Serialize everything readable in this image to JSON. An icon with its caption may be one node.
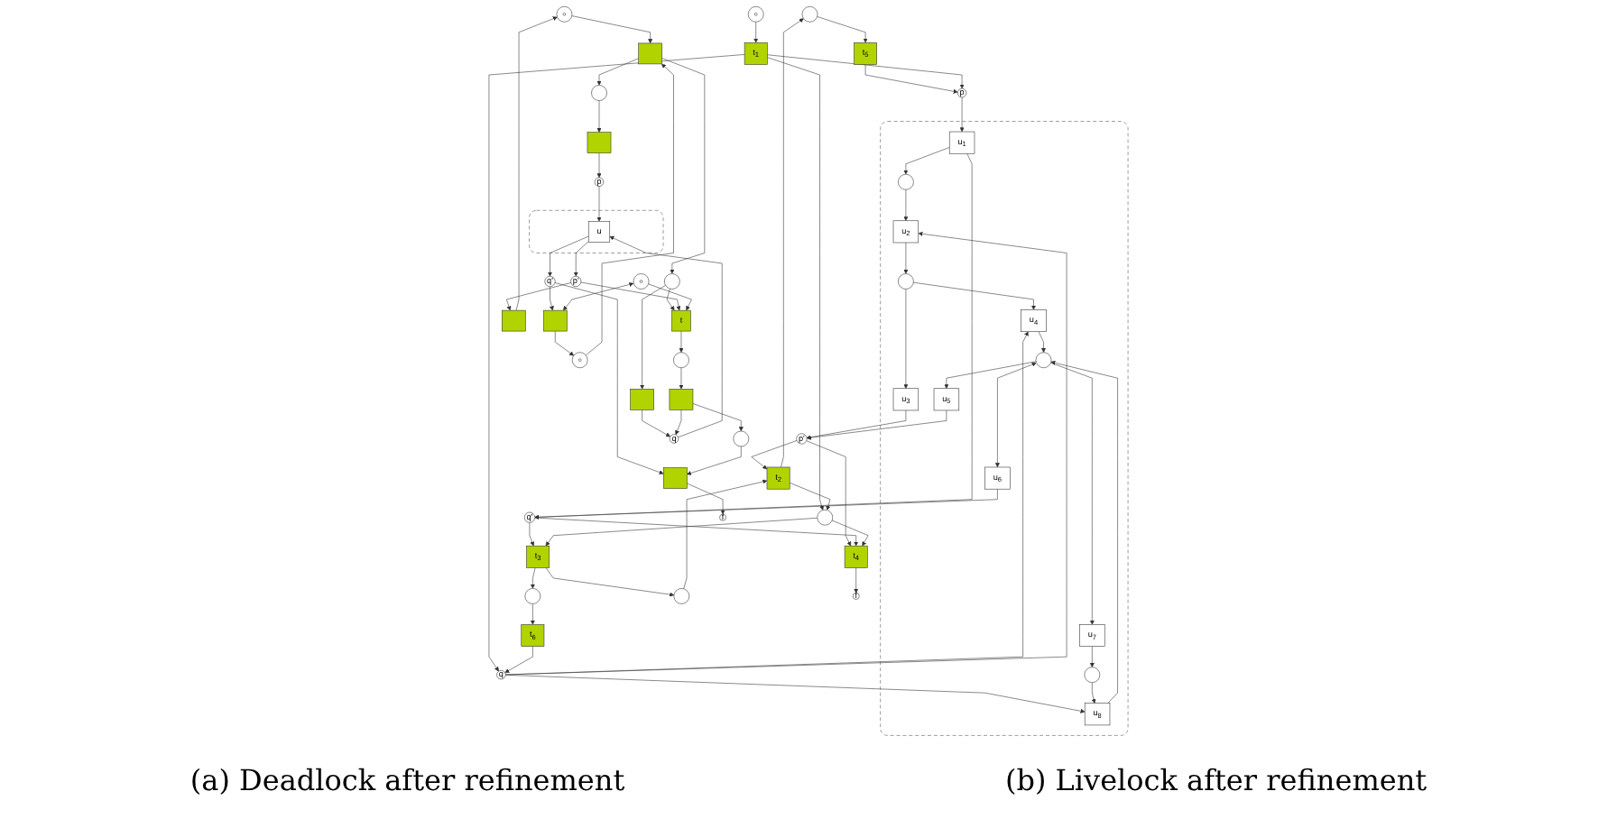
{
  "diagram": {
    "nodes": [
      {
        "text": [],
        "shape": "circle"
      },
      {
        "text": [
          "t$_{5}$"
        ]
      },
      {
        "text": [
          "t$_{1}$"
        ]
      },
      {
        "text": [],
        "shape": "marked-circle"
      },
      {
        "text": [
          "t$_{6}$"
        ]
      },
      {
        "text": [],
        "shape": "circle"
      },
      {
        "text": [
          "p"
        ]
      },
      {
        "text": [
          "q"
        ]
      },
      {
        "text": [],
        "shape": "box"
      },
      {
        "text": [
          "u$_{8}$"
        ],
        "in": 8
      },
      {
        "text": [],
        "shape": "circle",
        "in": 8
      },
      {
        "text": [
          "u$_{4}$"
        ],
        "in": 8
      },
      {
        "text": [],
        "shape": "circle",
        "in": 8
      },
      {
        "text": [
          "u$_{7}$"
        ],
        "in": 8
      },
      {
        "text": [
          "u$_{1}$"
        ],
        "in": 8
      },
      {
        "text": [],
        "shape": "circle",
        "in": 8
      },
      {
        "text": [
          "u$_{2}$"
        ],
        "in": 8
      },
      {
        "text": [],
        "shape": "circle",
        "in": 8
      },
      {
        "text": [
          "u$_{3}$"
        ],
        "in": 8
      },
      {
        "text": [
          "u$_{5}$"
        ],
        "in": 8
      },
      {
        "text": [
          "u$_{6}$"
        ],
        "in": 8
      },
      {
        "text": [
          "p'"
        ]
      },
      {
        "text": [
          "q'"
        ]
      },
      {
        "text": [
          "t$_{2}$"
        ]
      },
      {
        "text": [],
        "shape": "circle"
      },
      {
        "text": [
          "t$_{3}$"
        ]
      },
      {
        "text": [],
        "shape": "circle"
      },
      {
        "text": [
          "t$_{4}$"
        ]
      },
      {
        "text": [
          "f"
        ]
      },
      {
        "text": [],
        "shape": "marked-circle"
      },
      {
        "text": [],
        "shape": "box"
      },
      {
        "text": [],
        "shape": "marked-circle"
      },
      {
        "text": [],
        "shape": "circle"
      },
      {
        "text": [],
        "shape": "circle"
      },
      {
        "text": [],
        "shape": "box"
      },
      {
        "text": [],
        "shape": "box"
      },
      {
        "text": [
          "p"
        ]
      },
      {
        "text": [
          "q"
        ]
      },
      {
        "text": [],
        "shape": "box"
      },
      {
        "text": [
          "u"
        ],
        "in": 38
      },
      {
        "text": [
          "p'"
        ]
      },
      {
        "text": [
          "q'"
        ]
      },
      {
        "text": [],
        "shape": "box"
      },
      {
        "text": [
          "t"
        ]
      },
      {
        "text": [],
        "shape": "circle"
      },
      {
        "text": [],
        "shape": "box"
      },
      {
        "text": [],
        "shape": "marked-circle"
      },
      {
        "text": [],
        "shape": "box"
      },
      {
        "text": [],
        "shape": "circle"
      },
      {
        "text": [],
        "shape": "box"
      },
      {
        "text": [
          "f"
        ]
      }
    ],
    "edges": [
      {
        "from": 0,
        "to": 1,
        "arrow": "to"
      },
      {
        "from": 1,
        "to": 6,
        "arrow": "to"
      },
      {
        "from": 3,
        "to": 2,
        "arrow": "to"
      },
      {
        "from": 2,
        "to": 6,
        "arrow": "to"
      },
      {
        "from": 2,
        "to": 7,
        "arrow": "to"
      },
      {
        "from": 2,
        "to": 26,
        "arrow": "to"
      },
      {
        "from": 5,
        "to": 4,
        "arrow": "to"
      },
      {
        "from": 4,
        "to": 7,
        "arrow": "to"
      },
      {
        "from": 6,
        "to": 14,
        "arrow": "to"
      },
      {
        "from": 7,
        "to": 9,
        "arrow": "to"
      },
      {
        "from": 7,
        "to": 11,
        "arrow": "to"
      },
      {
        "from": 7,
        "to": 16,
        "arrow": "to"
      },
      {
        "from": 10,
        "to": 9,
        "arrow": "to"
      },
      {
        "from": 9,
        "to": 12,
        "arrow": "to"
      },
      {
        "from": 11,
        "to": 12,
        "arrow": "to"
      },
      {
        "from": 12,
        "to": 13,
        "arrow": "to"
      },
      {
        "from": 13,
        "to": 10,
        "arrow": "to"
      },
      {
        "from": 12,
        "to": 19,
        "arrow": "to"
      },
      {
        "from": 12,
        "to": 20,
        "arrow": "both"
      },
      {
        "from": 14,
        "to": 15,
        "arrow": "to"
      },
      {
        "from": 15,
        "to": 16,
        "arrow": "to"
      },
      {
        "from": 16,
        "to": 17,
        "arrow": "to"
      },
      {
        "from": 17,
        "to": 11,
        "arrow": "to"
      },
      {
        "from": 17,
        "to": 18,
        "arrow": "to"
      },
      {
        "from": 14,
        "to": 22,
        "arrow": "to"
      },
      {
        "from": 18,
        "to": 21,
        "arrow": "to"
      },
      {
        "from": 19,
        "to": 21,
        "arrow": "to"
      },
      {
        "from": 20,
        "to": 22,
        "arrow": "to"
      },
      {
        "from": 21,
        "to": 23,
        "arrow": "to"
      },
      {
        "from": 21,
        "to": 27,
        "arrow": "to"
      },
      {
        "from": 22,
        "to": 27,
        "arrow": "to"
      },
      {
        "from": 22,
        "to": 25,
        "arrow": "to"
      },
      {
        "from": 25,
        "to": 24,
        "arrow": "to"
      },
      {
        "from": 24,
        "to": 23,
        "arrow": "to"
      },
      {
        "from": 23,
        "to": 0,
        "arrow": "to"
      },
      {
        "from": 23,
        "to": 26,
        "arrow": "to"
      },
      {
        "from": 26,
        "to": 27,
        "arrow": "to"
      },
      {
        "from": 26,
        "to": 25,
        "arrow": "to"
      },
      {
        "from": 25,
        "to": 5,
        "arrow": "to"
      },
      {
        "from": 27,
        "to": 28,
        "arrow": "to"
      },
      {
        "from": 29,
        "to": 30,
        "arrow": "to"
      },
      {
        "from": 31,
        "to": 30,
        "arrow": "to"
      },
      {
        "from": 30,
        "to": 32,
        "arrow": "to"
      },
      {
        "from": 30,
        "to": 33,
        "arrow": "to"
      },
      {
        "from": 32,
        "to": 34,
        "arrow": "to"
      },
      {
        "from": 33,
        "to": 35,
        "arrow": "to"
      },
      {
        "from": 34,
        "to": 36,
        "arrow": "to"
      },
      {
        "from": 35,
        "to": 37,
        "arrow": "to"
      },
      {
        "from": 33,
        "to": 43,
        "arrow": "to"
      },
      {
        "from": 36,
        "to": 39,
        "arrow": "to"
      },
      {
        "from": 37,
        "to": 39,
        "arrow": "to"
      },
      {
        "from": 39,
        "to": 40,
        "arrow": "to"
      },
      {
        "from": 39,
        "to": 41,
        "arrow": "to"
      },
      {
        "from": 40,
        "to": 42,
        "arrow": "to"
      },
      {
        "from": 40,
        "to": 43,
        "arrow": "to"
      },
      {
        "from": 41,
        "to": 47,
        "arrow": "to"
      },
      {
        "from": 41,
        "to": 49,
        "arrow": "to"
      },
      {
        "from": 42,
        "to": 29,
        "arrow": "to"
      },
      {
        "from": 47,
        "to": 31,
        "arrow": "to"
      },
      {
        "from": 43,
        "to": 44,
        "arrow": "to"
      },
      {
        "from": 44,
        "to": 45,
        "arrow": "to"
      },
      {
        "from": 45,
        "to": 37,
        "arrow": "to"
      },
      {
        "from": 45,
        "to": 48,
        "arrow": "to"
      },
      {
        "from": 48,
        "to": 49,
        "arrow": "to"
      },
      {
        "from": 49,
        "to": 50,
        "arrow": "to"
      },
      {
        "from": 46,
        "to": 47,
        "arrow": "both"
      },
      {
        "from": 46,
        "to": 43,
        "arrow": "to"
      }
    ],
    "labels": [
      "(a) Deadlock after refinement",
      "(b) Livelock after refinement"
    ]
  }
}
